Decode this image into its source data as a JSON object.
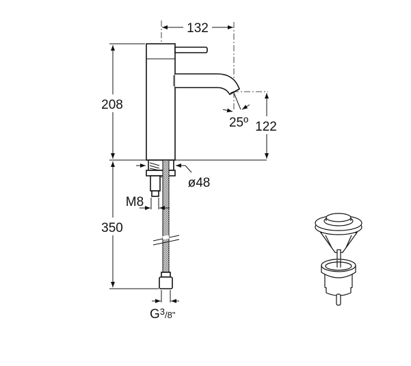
{
  "dimensions": {
    "spout_reach": "132",
    "total_height": "208",
    "spout_height": "122",
    "spout_angle": "25º",
    "body_diameter": "ø48",
    "stud_thread": "M8",
    "hose_length": "350",
    "hose_connection_main": "G",
    "hose_connection_fraction_num": "3",
    "hose_connection_fraction_den": "/8\""
  }
}
